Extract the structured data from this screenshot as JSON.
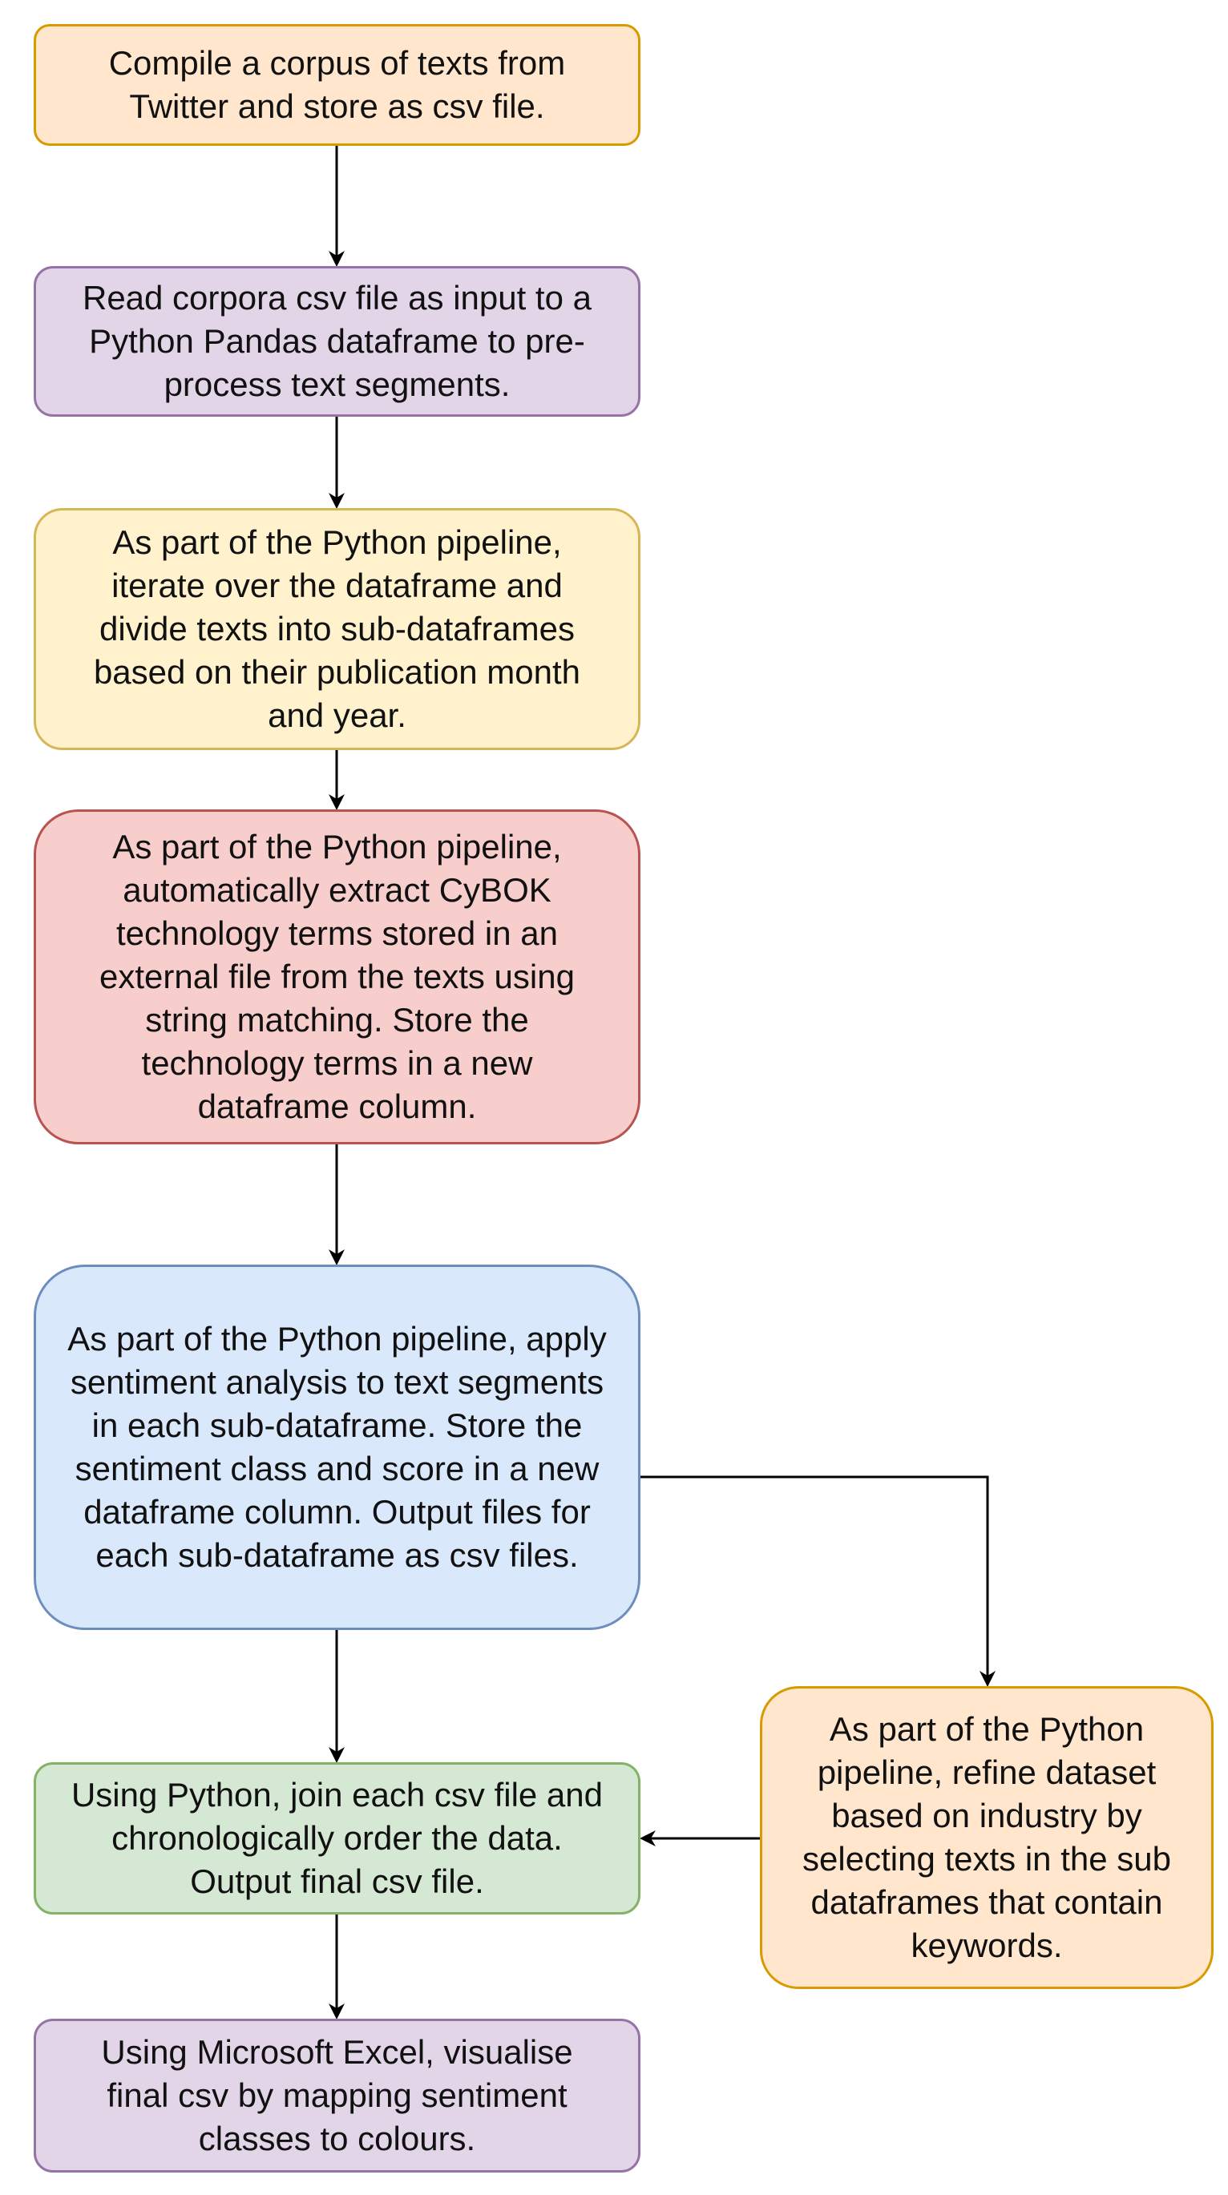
{
  "diagram": {
    "steps": [
      {
        "id": "compile-corpus",
        "text": "Compile a corpus of texts from Twitter and store as csv file.",
        "fill": "#ffe6cc",
        "stroke": "#d79b00"
      },
      {
        "id": "read-corpora",
        "text": "Read corpora csv file as input to a Python Pandas dataframe to pre-process text segments.",
        "fill": "#e1d5e7",
        "stroke": "#9673a6"
      },
      {
        "id": "divide-sub-dataframes",
        "text": "As part of the Python pipeline, iterate over the dataframe and divide texts into sub-dataframes based on their publication month and year.",
        "fill": "#fff2cc",
        "stroke": "#d6b656"
      },
      {
        "id": "extract-cybok-terms",
        "text": "As part of the Python pipeline, automatically extract CyBOK technology terms stored in an external file from the texts using string matching. Store the technology terms in a new dataframe column.",
        "fill": "#f8cecc",
        "stroke": "#b85450"
      },
      {
        "id": "sentiment-analysis",
        "text": "As part of the Python pipeline, apply sentiment analysis to text segments in each sub-dataframe. Store the sentiment class and score in a new dataframe column. Output files for each sub-dataframe as csv files.",
        "fill": "#dae8fc",
        "stroke": "#6c8ebf"
      },
      {
        "id": "join-csv",
        "text": "Using Python, join each csv file and chronologically order the data. Output final csv file.",
        "fill": "#d5e8d4",
        "stroke": "#82b366"
      },
      {
        "id": "visualise-excel",
        "text": "Using Microsoft Excel, visualise final csv by mapping sentiment classes to colours.",
        "fill": "#e1d5e7",
        "stroke": "#9673a6"
      }
    ],
    "side_step": {
      "id": "refine-by-industry",
      "text": "As part of the Python pipeline, refine dataset based on industry by selecting texts in the sub dataframes that contain keywords.",
      "fill": "#ffe6cc",
      "stroke": "#d79b00"
    },
    "connector_color": "#000000"
  }
}
